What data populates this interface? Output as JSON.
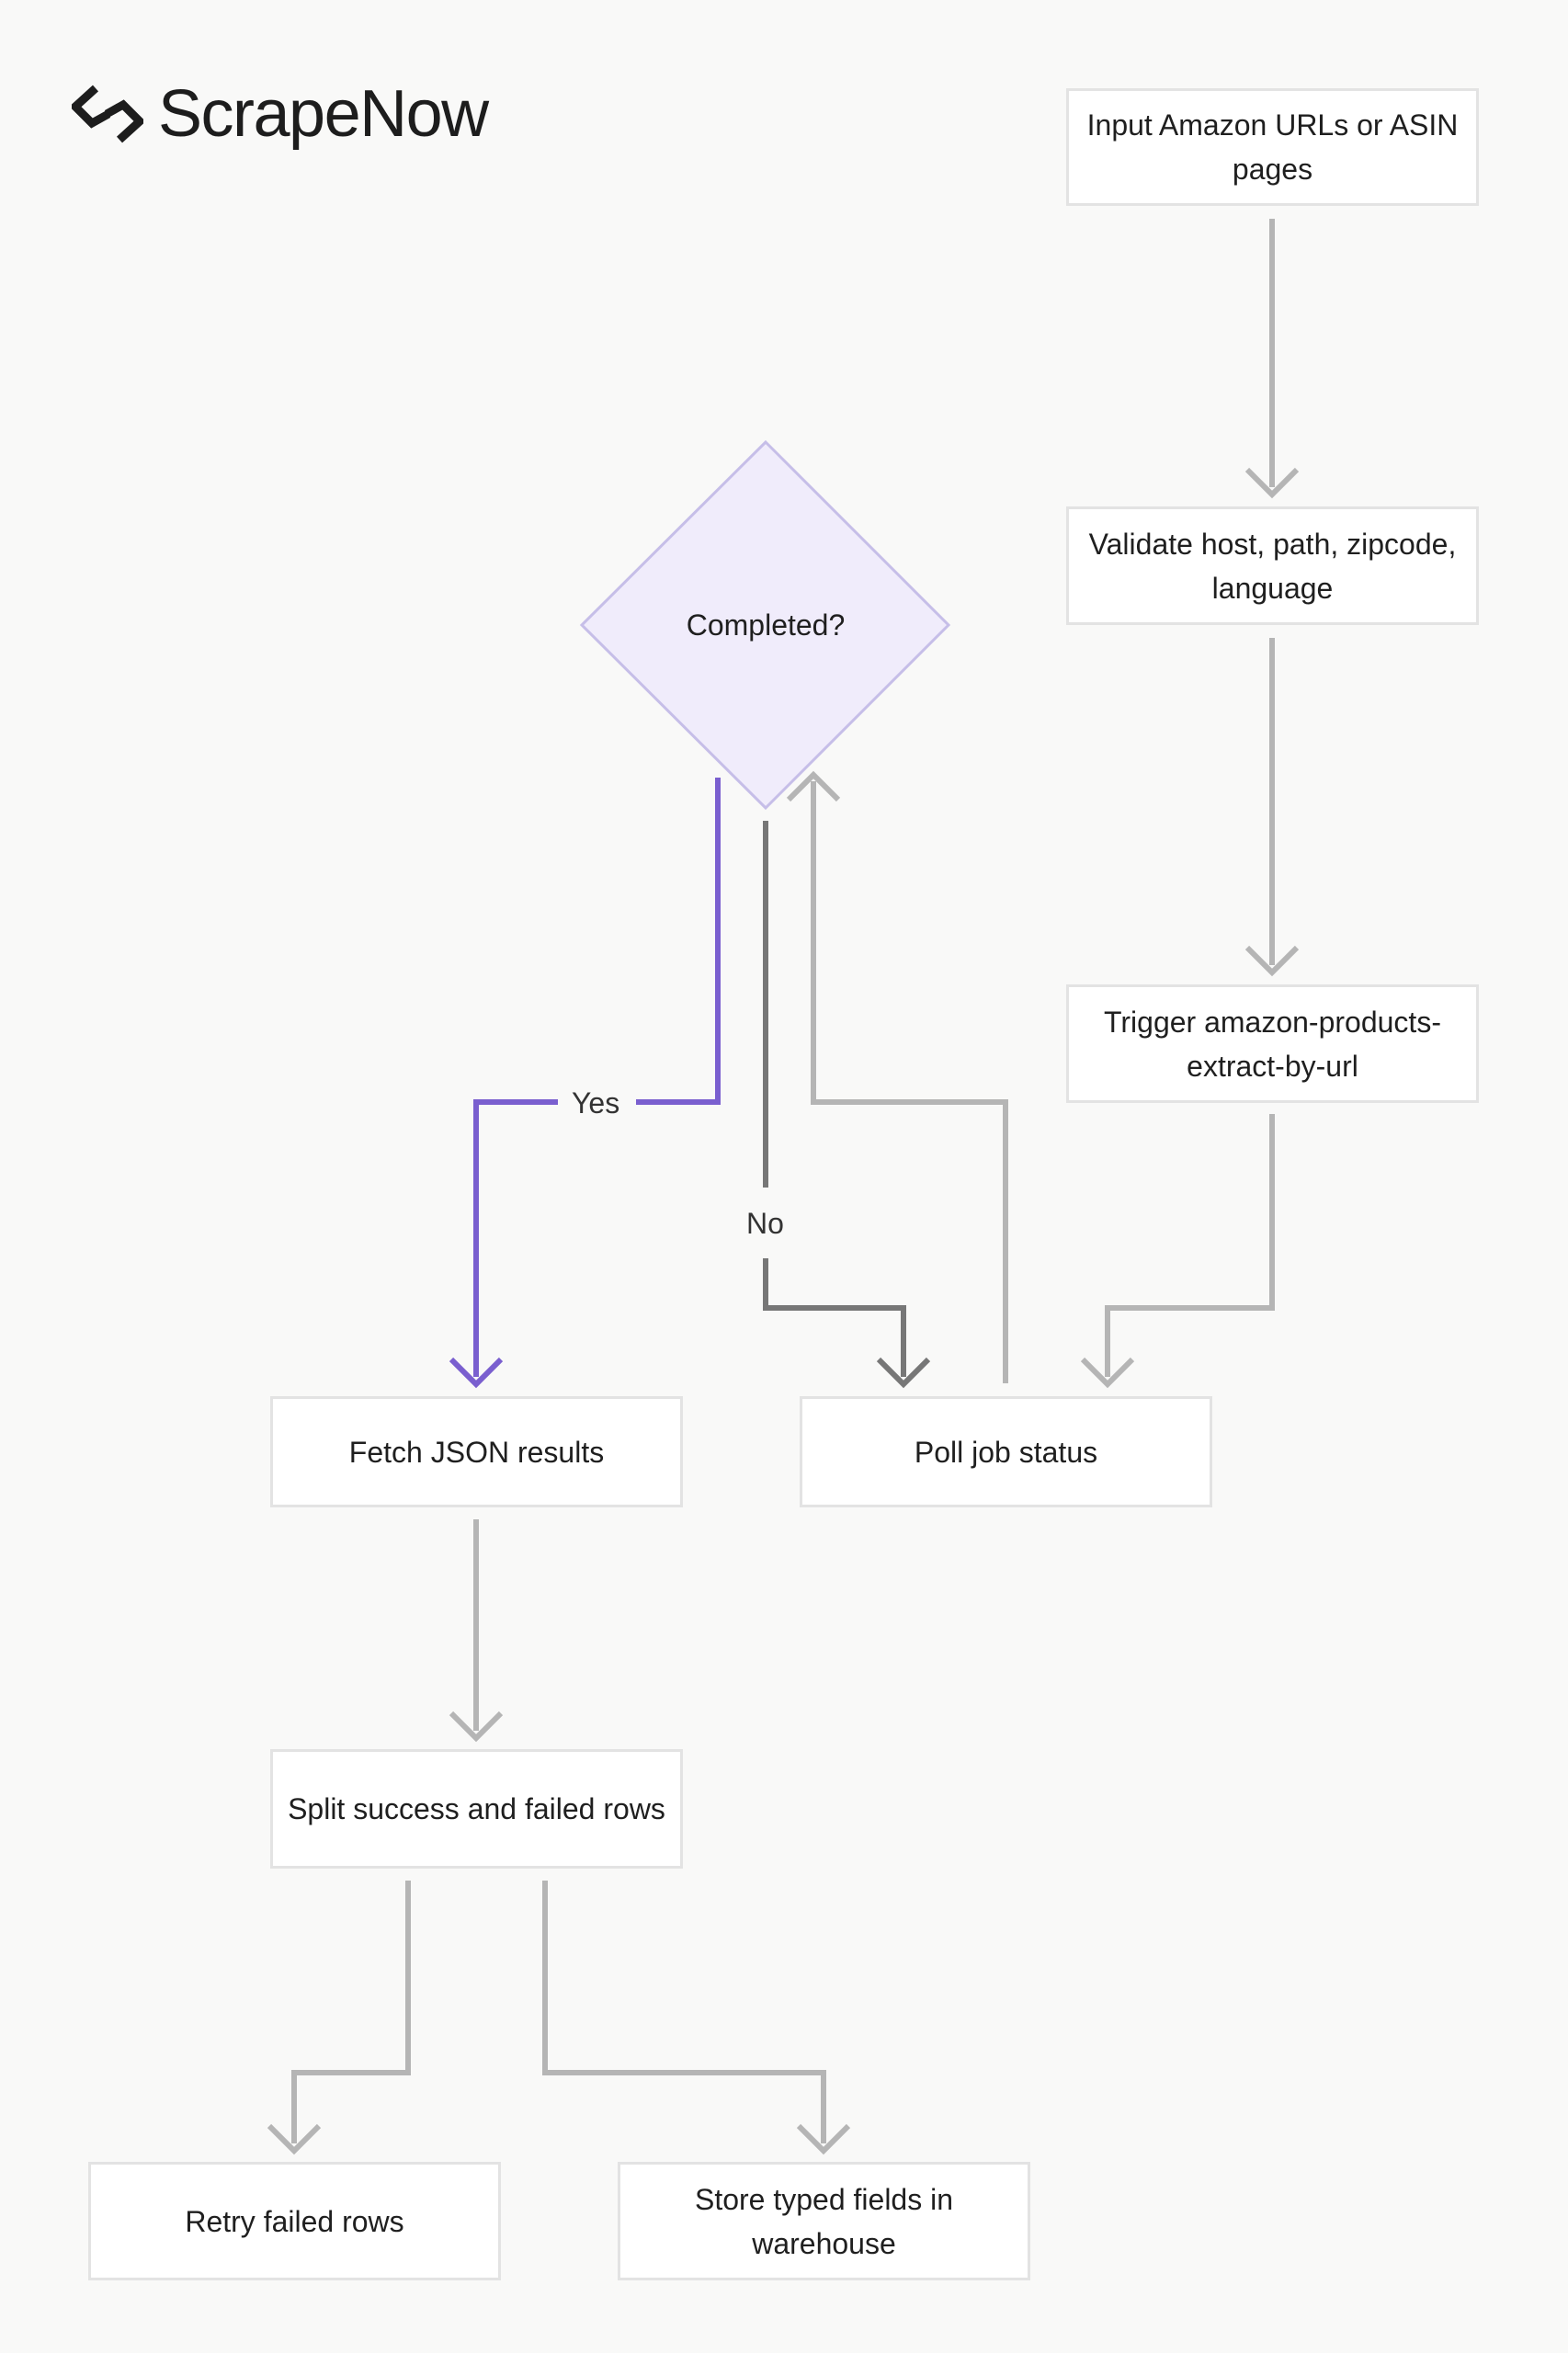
{
  "brand": {
    "name": "ScrapeNow",
    "logo_icon": "scrapenow-logo-icon"
  },
  "nodes": {
    "input": "Input Amazon URLs or ASIN pages",
    "validate": "Validate host, path, zipcode, language",
    "trigger": "Trigger amazon-products-extract-by-url",
    "poll": "Poll job status",
    "completed": "Completed?",
    "fetch": "Fetch JSON results",
    "split": "Split success and failed rows",
    "retry": "Retry failed rows",
    "store": "Store typed fields in warehouse"
  },
  "edges": {
    "yes_label": "Yes",
    "no_label": "No"
  },
  "colors": {
    "background": "#f9f9f8",
    "node_border": "#e3e3e3",
    "connector": "#b5b5b5",
    "no_branch": "#777777",
    "yes_branch": "#7a5fcf",
    "decision_fill": "#f0ecfb",
    "decision_border": "#c6bee8"
  }
}
